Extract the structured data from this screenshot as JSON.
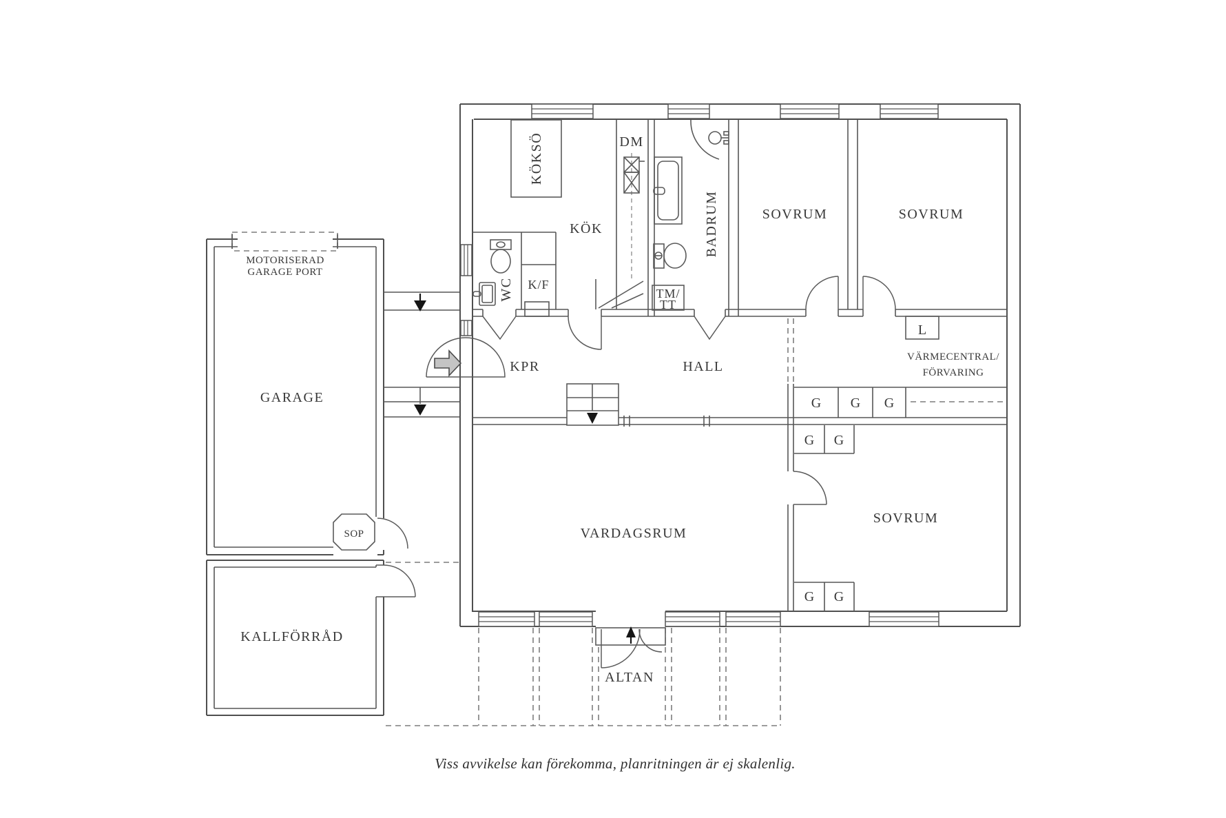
{
  "floor_plan": {
    "caption": "Viss avvikelse kan förekomma, planritningen är ej skalenlig.",
    "garage_building": {
      "garage_label": "GARAGE",
      "garage_port_note_line1": "MOTORISERAD",
      "garage_port_note_line2": "GARAGE PORT",
      "kallforrad_label": "KALLFÖRRÅD",
      "sop_label": "SOP"
    },
    "main_building": {
      "kok_label": "KÖK",
      "kokso_label": "KÖKSÖ",
      "dm_label": "DM",
      "wc_label": "WC",
      "kf_label": "K/F",
      "badrum_label": "BADRUM",
      "tm_tt_label_line1": "TM/",
      "tm_tt_label_line2": "TT",
      "sovrum_top_left_label": "SOVRUM",
      "sovrum_top_right_label": "SOVRUM",
      "sovrum_bottom_label": "SOVRUM",
      "kpr_label": "KPR",
      "hall_label": "HALL",
      "l_label": "L",
      "varmecentral_label_line1": "VÄRMECENTRAL/",
      "varmecentral_label_line2": "FÖRVARING",
      "closet_label": "G",
      "vardagsrum_label": "VARDAGSRUM",
      "altan_label": "ALTAN"
    }
  }
}
